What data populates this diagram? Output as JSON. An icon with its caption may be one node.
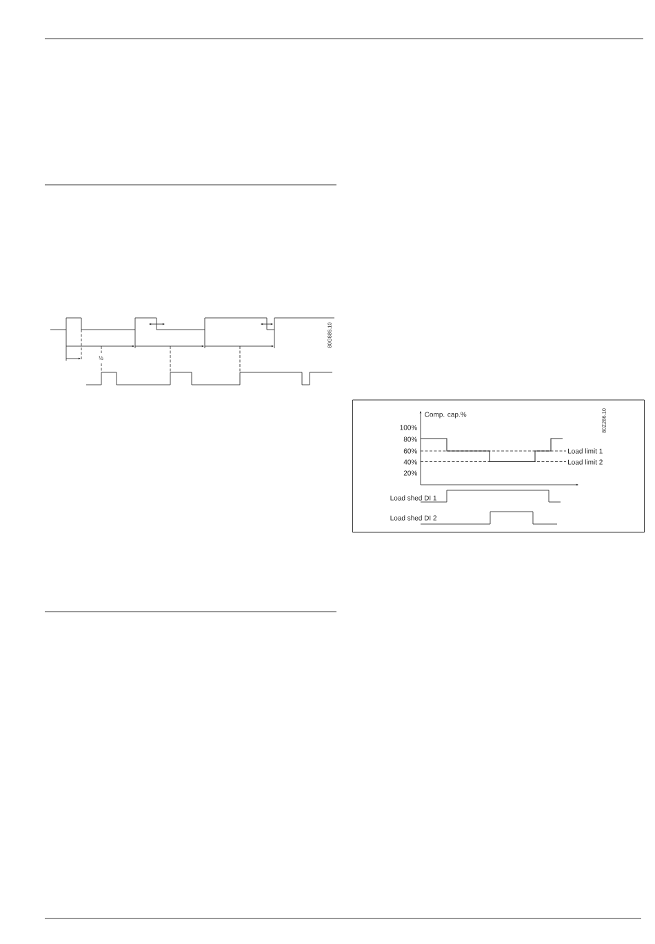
{
  "diagram": {
    "labels": [
      "½",
      "80G886.10",
      "Comp. cap.%",
      "80Z286.10",
      "100%",
      "80%",
      "60%",
      "Load limit 1",
      "40%",
      "Load limit 2",
      "20%",
      "Load shed DI 1",
      "Load shed DI 2"
    ]
  }
}
